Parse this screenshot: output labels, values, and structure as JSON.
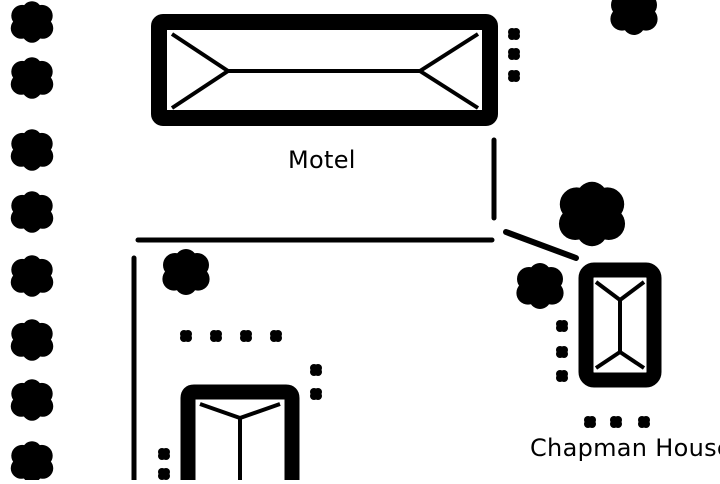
{
  "map": {
    "background": "#ffffff",
    "ink_color": "#000000",
    "labels": {
      "motel": "Motel",
      "chapman_house": "Chapman House"
    },
    "features": {
      "buildings": [
        "motel-building",
        "chapman-house-building",
        "lower-left-building"
      ],
      "paths": [
        "motel-side-path",
        "diagonal-path",
        "horizontal-path",
        "left-vertical-path"
      ],
      "vegetation": [
        "tree-column-left",
        "tree-clusters",
        "shrub-rows"
      ]
    }
  }
}
